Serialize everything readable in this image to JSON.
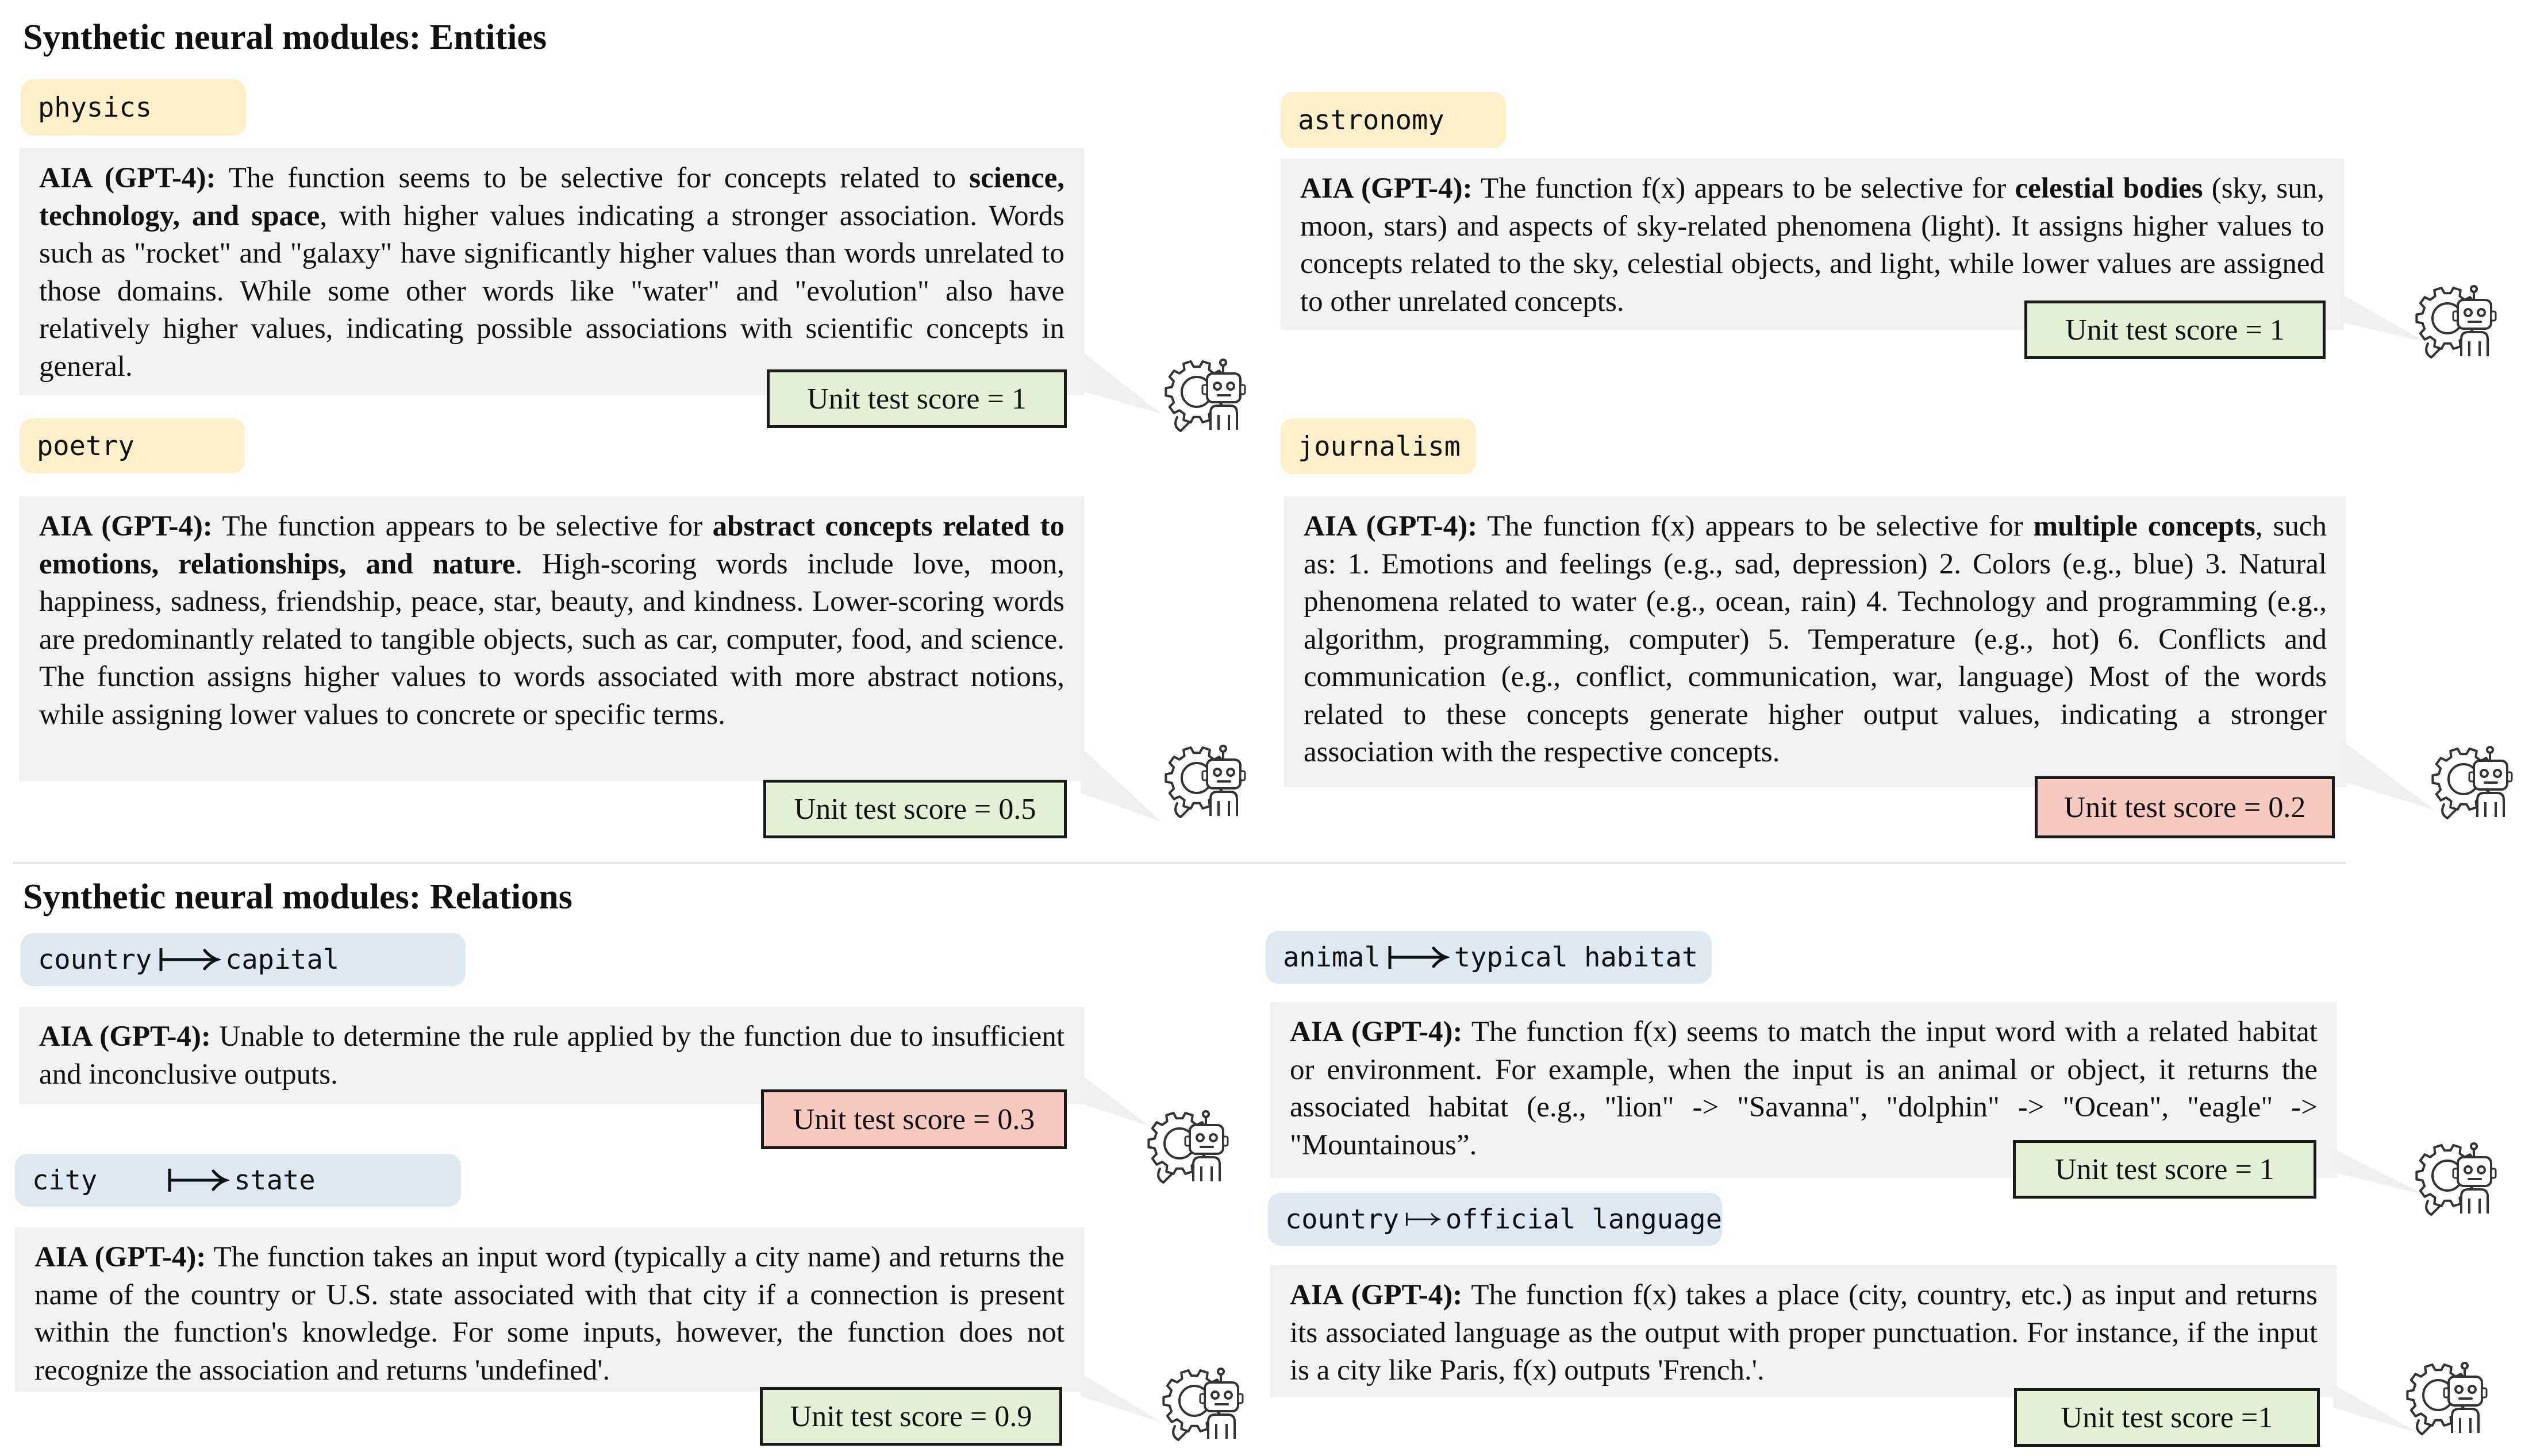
{
  "sections": {
    "entities_title": "Synthetic neural modules: Entities",
    "relations_title": "Synthetic neural modules: Relations"
  },
  "colors": {
    "entity_tag": "#fdefc9",
    "relation_tag": "#dde8f3",
    "box": "#f1f1f1",
    "score_pass": "#e4f0d6",
    "score_fail": "#f6c9c1"
  },
  "entities": [
    {
      "tag": "physics",
      "prefix": "AIA (GPT-4):",
      "segments": [
        {
          "t": " The function seems to be selective for concepts related to ",
          "b": false
        },
        {
          "t": "science, technology, and space",
          "b": true
        },
        {
          "t": ", with higher values indicating a stronger association. Words such as \"rocket\" and \"galaxy\" have significantly higher values than words unrelated to those domains. While some other words like \"water\" and \"evolution\" also have relatively higher values, indicating possible associations with scientific concepts in general.",
          "b": false
        }
      ],
      "score": "Unit test score = 1",
      "pass": true
    },
    {
      "tag": "astronomy",
      "prefix": "AIA (GPT-4):",
      "segments": [
        {
          "t": " The function f(x) appears to be selective for ",
          "b": false
        },
        {
          "t": "celestial bodies",
          "b": true
        },
        {
          "t": " (sky, sun, moon, stars) and aspects of sky-related phenomena (light). It assigns higher values to concepts related to the sky, celestial objects, and light, while lower values are assigned to other unrelated concepts.",
          "b": false
        }
      ],
      "score": "Unit test score = 1",
      "pass": true
    },
    {
      "tag": "poetry",
      "prefix": "AIA (GPT-4):",
      "segments": [
        {
          "t": " The function appears to be selective for ",
          "b": false
        },
        {
          "t": "abstract concepts related to emotions, relationships, and nature",
          "b": true
        },
        {
          "t": ". High-scoring words include love, moon, happiness, sadness, friendship, peace, star, beauty, and kindness. Lower-scoring words are predominantly related to tangible objects, such as car, computer, food, and science. The function assigns higher values to words associated with more abstract notions, while assigning lower values to concrete or specific terms.",
          "b": false
        }
      ],
      "score": "Unit test score = 0.5",
      "pass": true
    },
    {
      "tag": "journalism",
      "prefix": "AIA (GPT-4):",
      "segments": [
        {
          "t": " The function f(x) appears to be selective for ",
          "b": false
        },
        {
          "t": "multiple concepts",
          "b": true
        },
        {
          "t": ", such as: 1. Emotions and feelings (e.g., sad, depression) 2. Colors (e.g., blue) 3. Natural phenomena related to water (e.g., ocean, rain) 4. Technology and programming (e.g., algorithm, programming, computer) 5. Temperature (e.g., hot) 6. Conflicts and communication (e.g., conflict, communication, war, language) Most of the words related to these concepts generate higher output values, indicating a stronger association with the respective concepts.",
          "b": false
        }
      ],
      "score": "Unit test score = 0.2",
      "pass": false
    }
  ],
  "relations": [
    {
      "from": "country",
      "to": "capital",
      "prefix": "AIA (GPT-4):",
      "segments": [
        {
          "t": " Unable to determine the rule applied by the function due to insufficient and inconclusive outputs.",
          "b": false
        }
      ],
      "score": "Unit test score = 0.3",
      "pass": false
    },
    {
      "from": "animal",
      "to": "typical habitat",
      "prefix": "AIA (GPT-4):",
      "segments": [
        {
          "t": " The function f(x) seems to match the input word with a related habitat or environment. For example, when the input is an animal or object, it returns the associated habitat (e.g., \"lion\" -> \"Savanna\", \"dolphin\" -> \"Ocean\", \"eagle\" -> \"Mountainous”.",
          "b": false
        }
      ],
      "score": "Unit test score = 1",
      "pass": true
    },
    {
      "from": "city",
      "to": "state",
      "prefix": "AIA (GPT-4):",
      "segments": [
        {
          "t": " The function takes an input word (typically a city name) and returns the name of the country or U.S. state associated with that city if a connection is present within the function's knowledge. For some inputs, however, the function does not recognize the association and returns 'undefined'.",
          "b": false
        }
      ],
      "score": "Unit test score = 0.9",
      "pass": true
    },
    {
      "from": "country",
      "to": "official language",
      "prefix": "AIA (GPT-4):",
      "segments": [
        {
          "t": " The function f(x) takes a place (city, country, etc.) as input and returns its associated language as the output with proper punctuation. For instance, if the input is a city like Paris, f(x) outputs 'French.'.",
          "b": false
        }
      ],
      "score": "Unit test score =1",
      "pass": true
    }
  ],
  "icons": {
    "agent": "gear-robot-icon",
    "relation_arrow": "maps-to-arrow-icon"
  }
}
